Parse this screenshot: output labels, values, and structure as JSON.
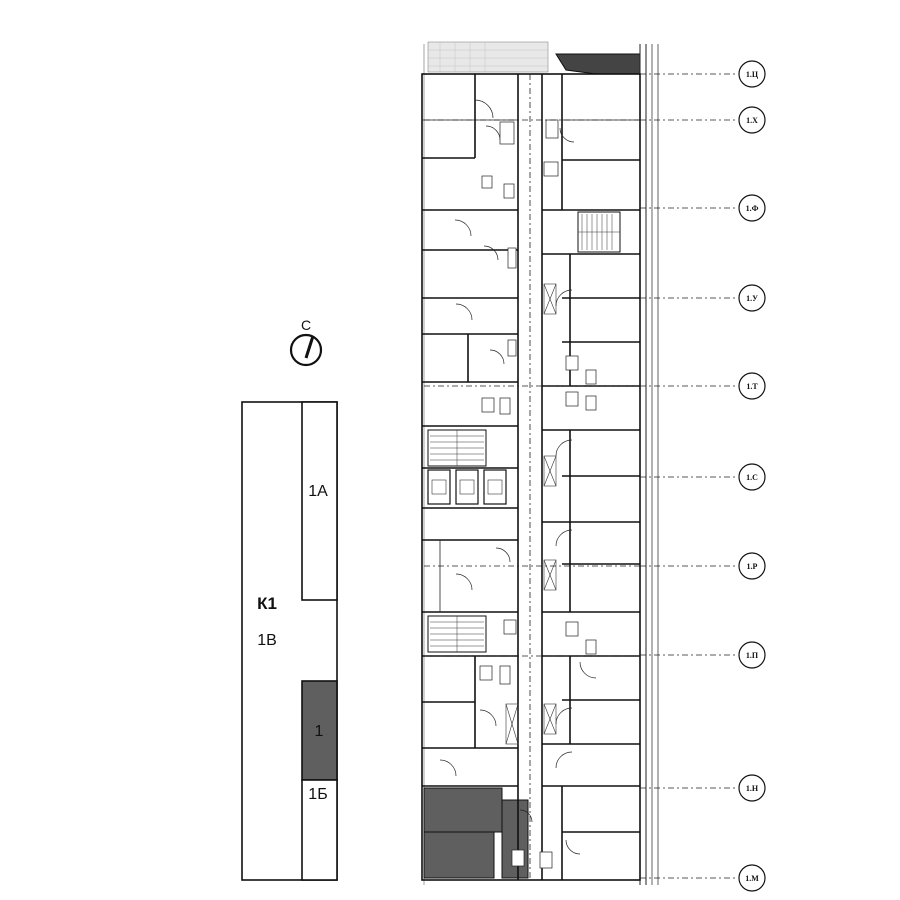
{
  "compass": {
    "label": "С",
    "icon": "north-compass-icon"
  },
  "key_plan": {
    "building": "К1",
    "sections": [
      {
        "id": "1A",
        "label": "1А"
      },
      {
        "id": "1V",
        "label": "1В"
      },
      {
        "id": "1",
        "label": "1",
        "highlighted": true
      },
      {
        "id": "1B",
        "label": "1Б"
      }
    ],
    "highlight_color": "#5f5f5f"
  },
  "floor_plan": {
    "axes": [
      "1.Ц",
      "1.Х",
      "1.Ф",
      "1.У",
      "1.Т",
      "1.С",
      "1.Р",
      "1.П",
      "1.Н",
      "1.М"
    ],
    "highlight_color": "#5f5f5f"
  }
}
